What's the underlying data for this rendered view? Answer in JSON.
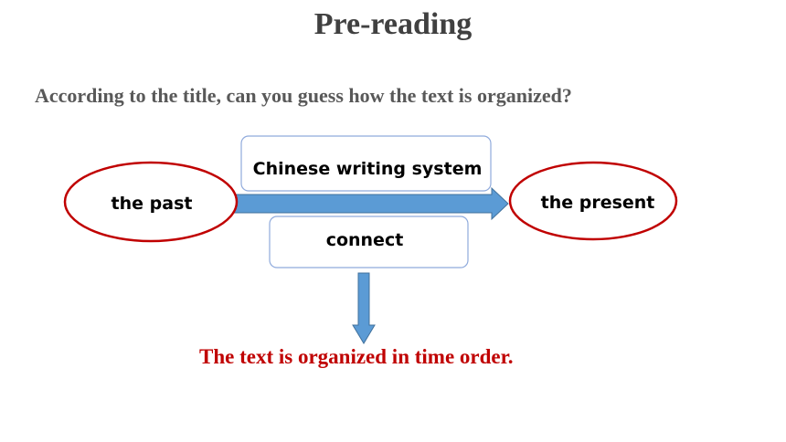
{
  "slide": {
    "title": "Pre-reading",
    "question": "According to the title, can you guess how the text is organized?",
    "conclusion": "The text is organized in time order."
  },
  "diagram": {
    "past_label": "the past",
    "present_label": "the present",
    "top_box_label": "Chinese writing system",
    "bottom_box_label": "connect"
  },
  "colors": {
    "title": "#404040",
    "question": "#595959",
    "ellipse_border": "#c00000",
    "arrow": "#5b9bd5",
    "box_border": "#8faadc",
    "conclusion": "#c00000"
  }
}
